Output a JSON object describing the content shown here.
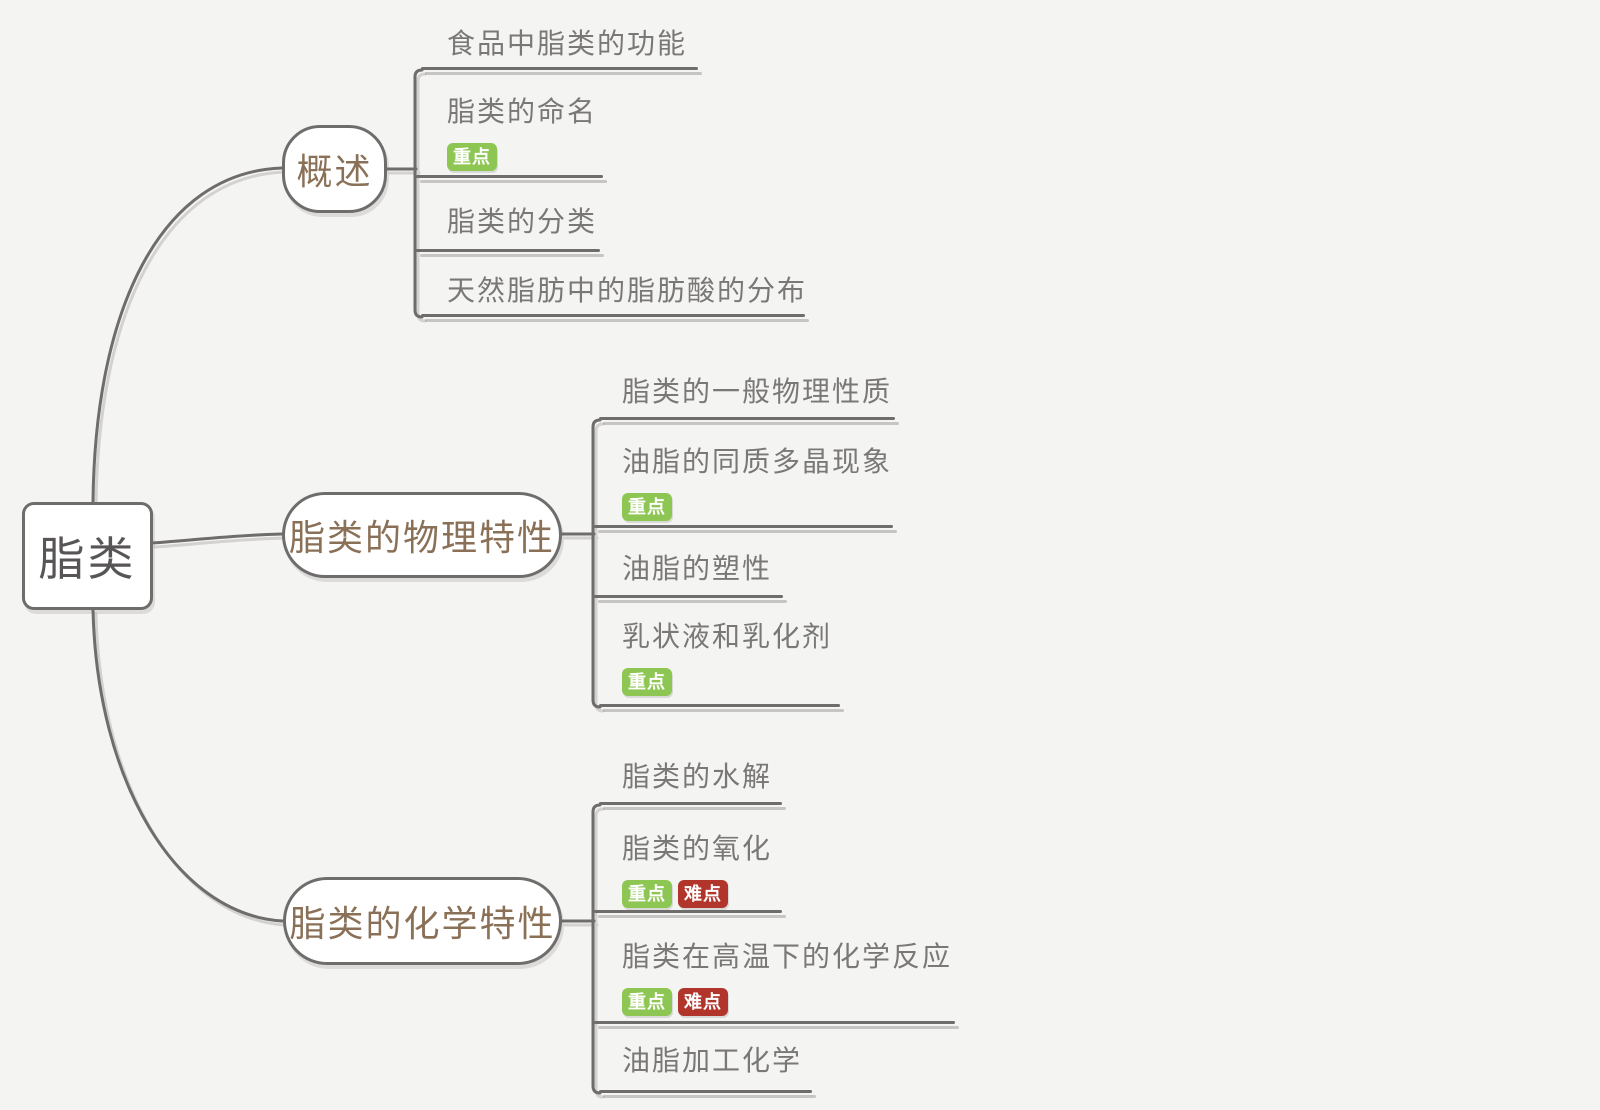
{
  "diagram": {
    "type": "mindmap",
    "background": "#f4f4f2",
    "colors": {
      "line": "#6f6c6c",
      "root_text": "#585556",
      "branch_text": "#8a7057",
      "child_text": "#7a7778",
      "node_bg": "#ffffff"
    },
    "badge_colors": {
      "重点": "#8dc653",
      "难点": "#b2352c"
    },
    "root": {
      "label": "脂类"
    },
    "branches": [
      {
        "label": "概述",
        "children": [
          {
            "label": "食品中脂类的功能",
            "badges": []
          },
          {
            "label": "脂类的命名",
            "badges": [
              "重点"
            ]
          },
          {
            "label": "脂类的分类",
            "badges": []
          },
          {
            "label": "天然脂肪中的脂肪酸的分布",
            "badges": []
          }
        ]
      },
      {
        "label": "脂类的物理特性",
        "children": [
          {
            "label": "脂类的一般物理性质",
            "badges": []
          },
          {
            "label": "油脂的同质多晶现象",
            "badges": [
              "重点"
            ]
          },
          {
            "label": "油脂的塑性",
            "badges": []
          },
          {
            "label": "乳状液和乳化剂",
            "badges": [
              "重点"
            ]
          }
        ]
      },
      {
        "label": "脂类的化学特性",
        "children": [
          {
            "label": "脂类的水解",
            "badges": []
          },
          {
            "label": "脂类的氧化",
            "badges": [
              "重点",
              "难点"
            ]
          },
          {
            "label": "脂类在高温下的化学反应",
            "badges": [
              "重点",
              "难点"
            ]
          },
          {
            "label": "油脂加工化学",
            "badges": []
          }
        ]
      }
    ]
  }
}
